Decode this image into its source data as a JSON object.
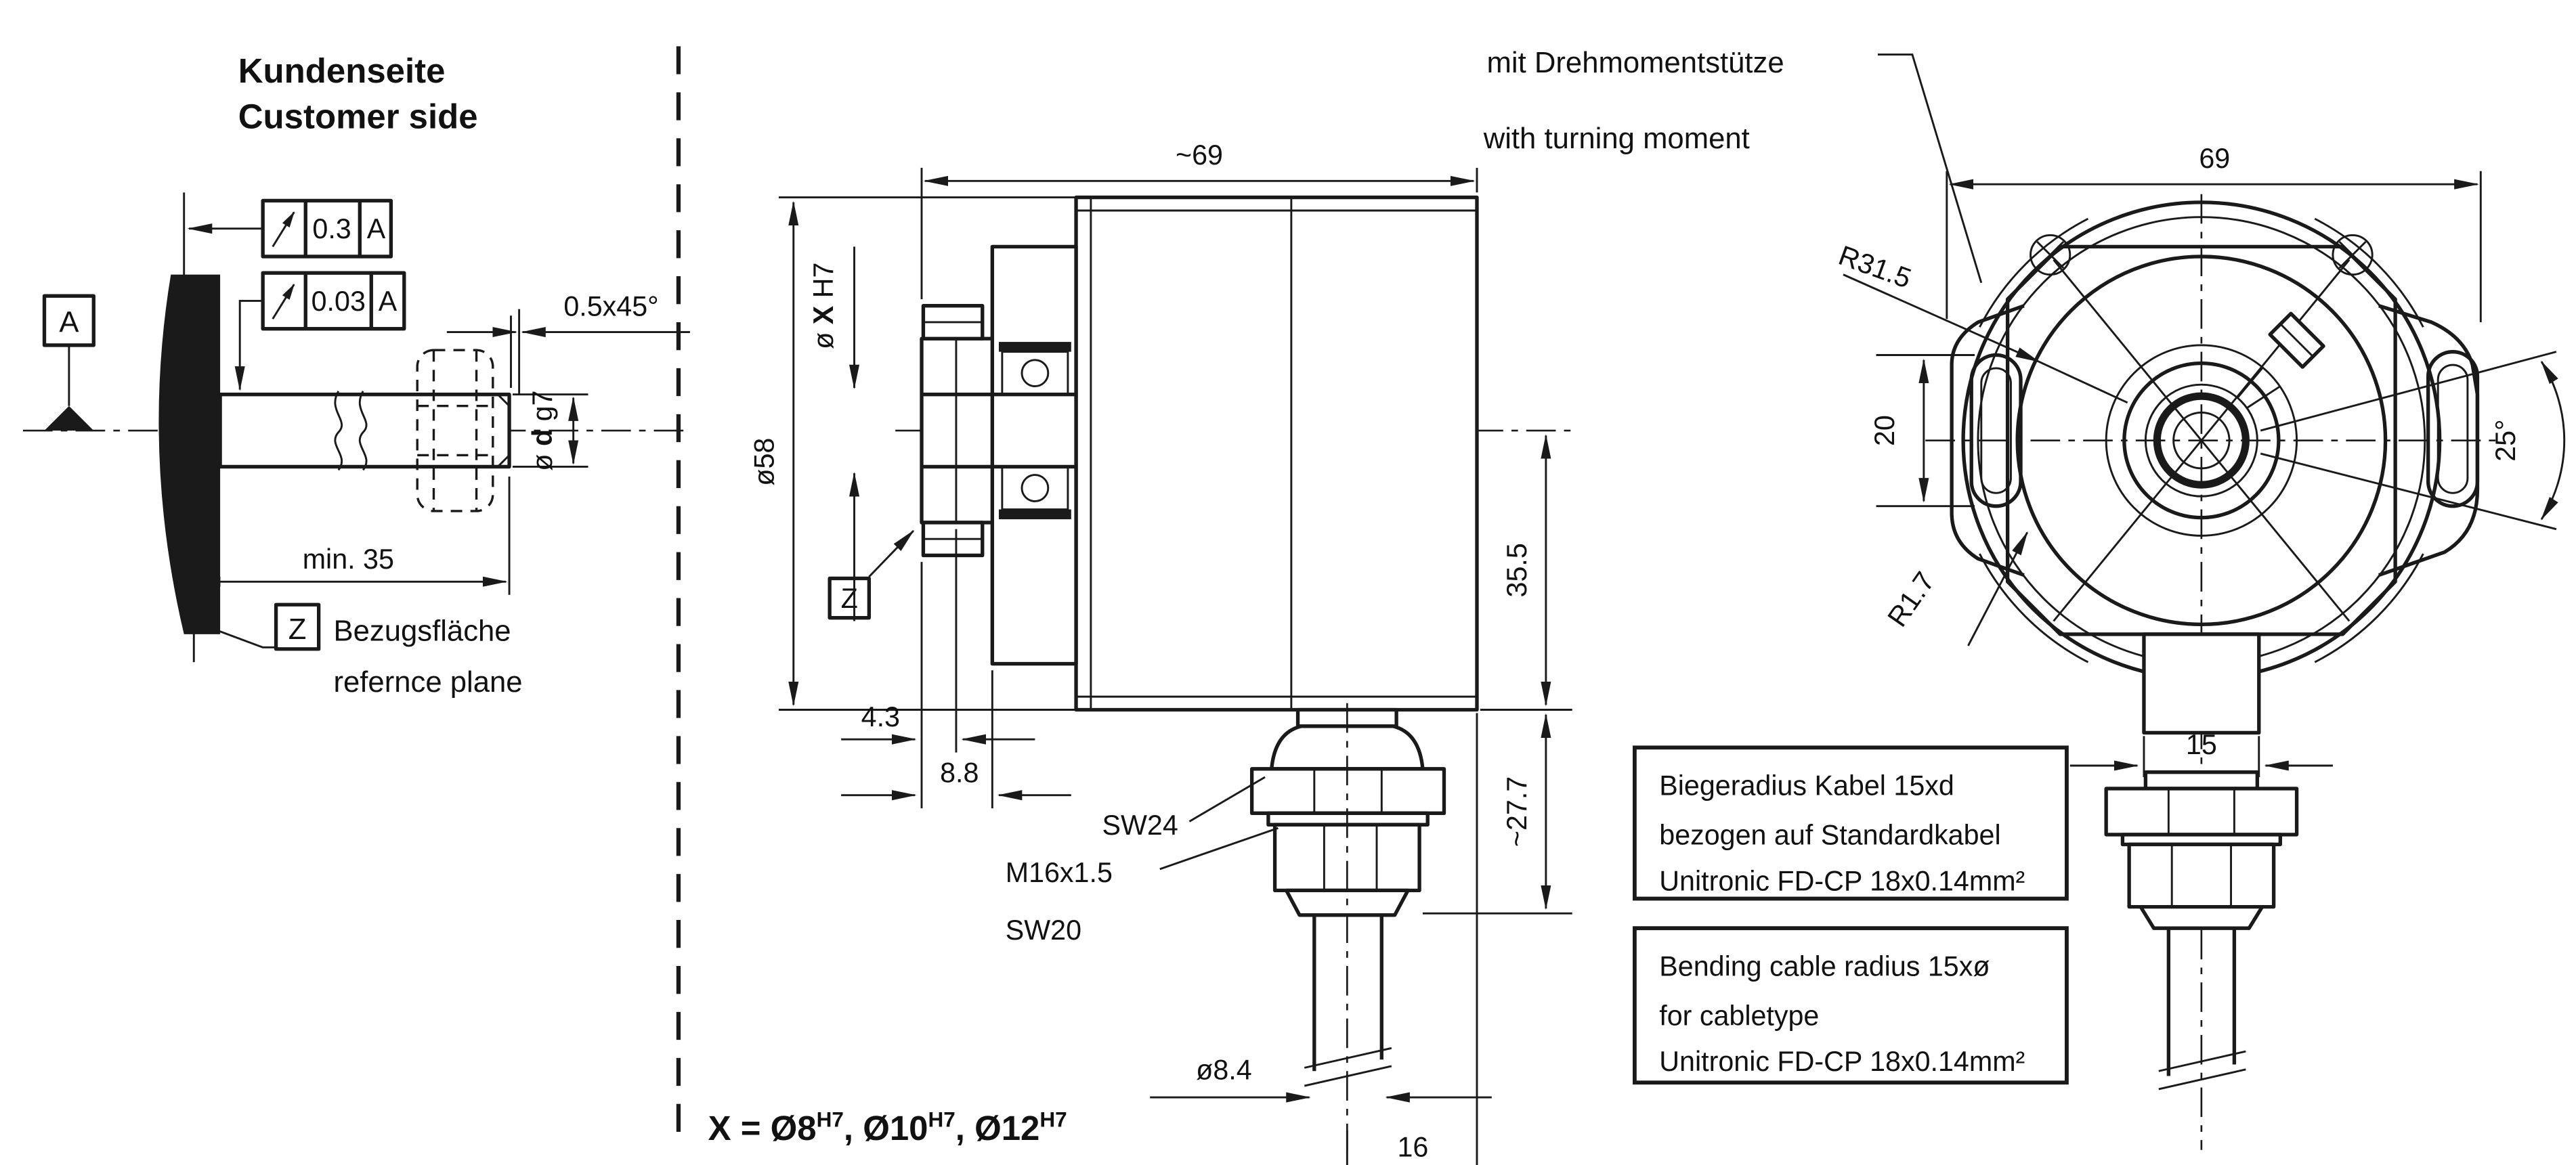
{
  "page": {
    "background": "#ffffff",
    "ink": "#1a1a1a"
  },
  "left_view": {
    "title_de": "Kundenseite",
    "title_en": "Customer side",
    "datum_label": "A",
    "fcf_runout_1": {
      "value": "0.3",
      "datum": "A"
    },
    "fcf_runout_2": {
      "value": "0.03",
      "datum": "A"
    },
    "chamfer_dim": "0.5x45°",
    "shaft_dia_dim": {
      "p1": "ø ",
      "p2": "d",
      "p3": " g7"
    },
    "min_length_dim": "min. 35",
    "ref_symbol": "Z",
    "ref_plane_de": "Bezugsfläche",
    "ref_plane_en": "refernce plane"
  },
  "side_view": {
    "length_dim": "~69",
    "bore_dim": {
      "p1": "ø ",
      "p2": "X",
      "p3": " H7"
    },
    "body_dia_dim": "ø58",
    "hub_offset_dim": "4.3",
    "flange_offset_dim": "8.8",
    "gland_hex_label": "SW24",
    "gland_thread_label": "M16x1.5",
    "gland_hex2_label": "SW20",
    "cable_dia_dim": "ø8.4",
    "cable_pos_dim": "16",
    "upper_height_dim": "35.5",
    "lower_height_dim": "~27.7",
    "ref_symbol": "Z",
    "bore_options": {
      "prefix": "X = ",
      "d1": "Ø8",
      "s1": "H7",
      "c1": ", ",
      "d2": "Ø10",
      "s2": "H7",
      "c2": ", ",
      "d3": "Ø12",
      "s3": "H7"
    }
  },
  "front_view": {
    "callout_de": "mit Drehmomentstütze",
    "callout_en": "with turning moment",
    "width_dim": "69",
    "ear_radius_dim": "R31.5",
    "slot_length_dim": "20",
    "fillet_radius_dim": "R1.7",
    "tab_width_dim": "15",
    "slot_angle_dim": "25°"
  },
  "notes": {
    "de": {
      "line1": "Biegeradius Kabel 15xd",
      "line2": "bezogen auf Standardkabel",
      "line3": "Unitronic FD-CP 18x0.14mm²"
    },
    "en": {
      "line1": "Bending cable radius 15xø",
      "line2": "for cabletype",
      "line3": "Unitronic FD-CP 18x0.14mm²"
    }
  }
}
